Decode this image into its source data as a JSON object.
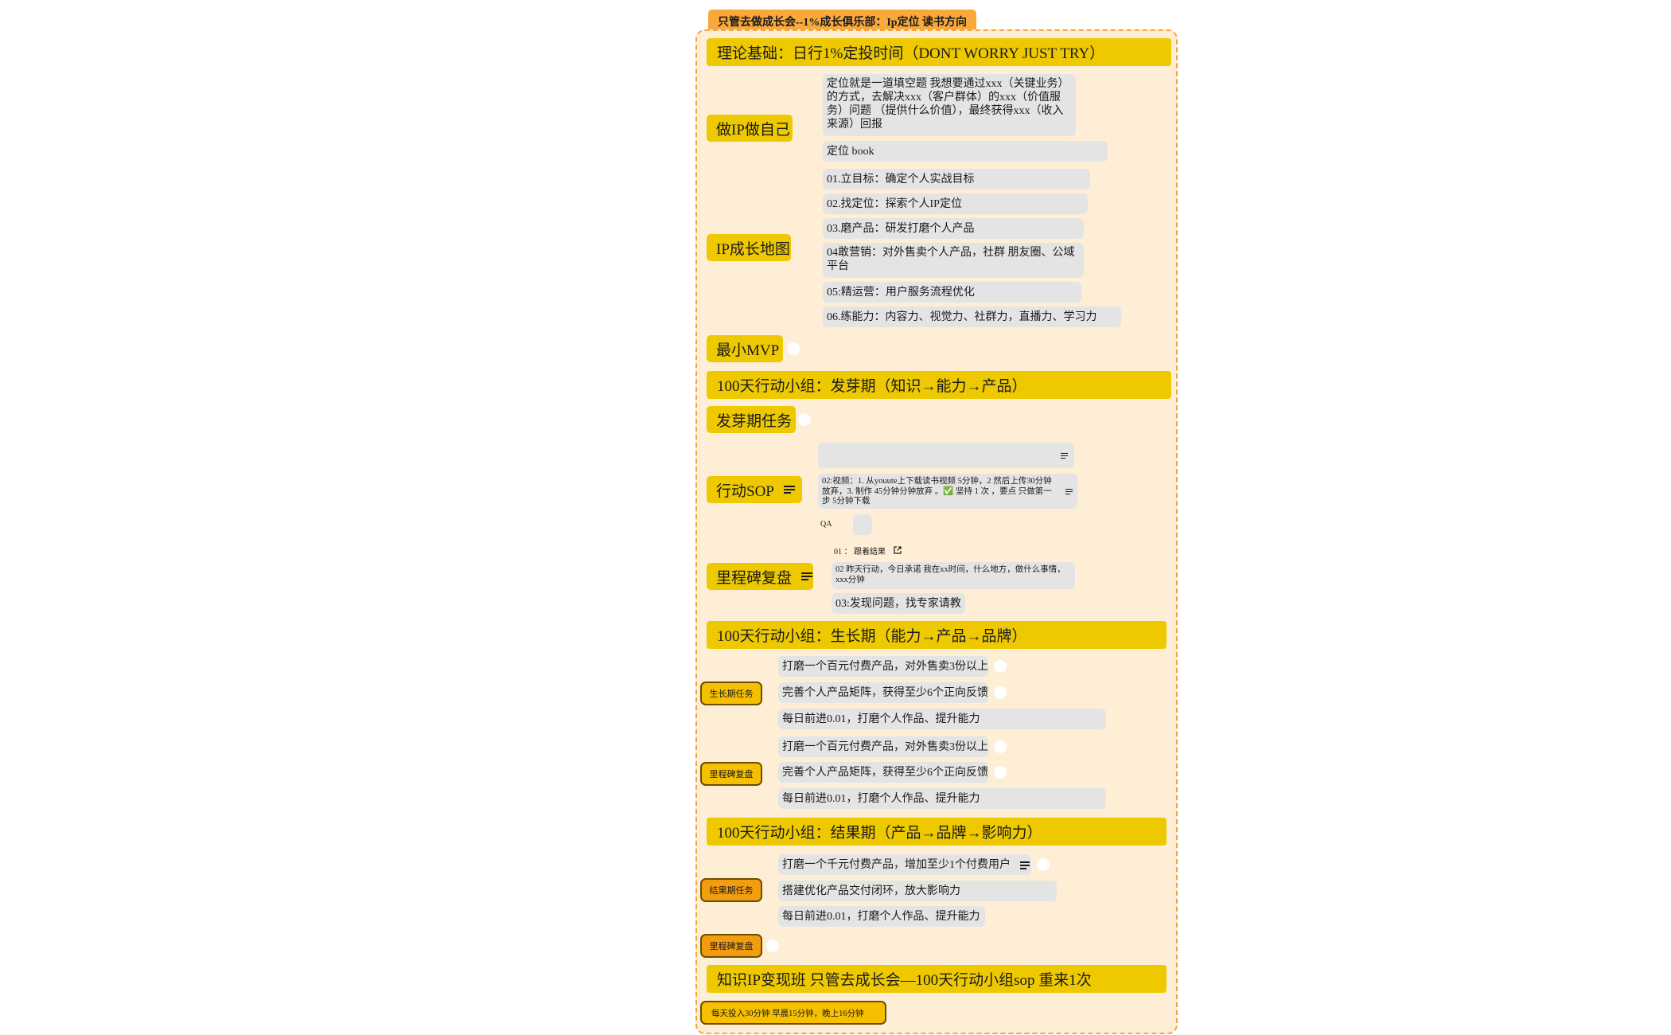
{
  "root": "只管去做成长会--1%成长俱乐部：Ip定位 读书方向",
  "colors": {
    "accent": "#eec900",
    "frame_border": "#f5a33a",
    "frame_fill": "#feeed6",
    "orange": "#f29c10",
    "leaf": "#e4e4e4"
  },
  "sections": {
    "s1": "理论基础：日行1%定投时间（DONT WORRY JUST TRY）",
    "s2": "100天行动小组：发芽期（知识→能力→产品）",
    "s3": "100天行动小组：生长期（能力→产品→品牌）",
    "s4": "100天行动小组：结果期（产品→品牌→影响力）",
    "s5": "知识IP变现班 只管去成长会—100天行动小组sop 重来1次"
  },
  "labels": {
    "ip_self": "做IP做自己",
    "growth_map": "IP成长地图",
    "mvp": "最小MVP",
    "sprout_task": "发芽期任务",
    "action_sop": "行动SOP",
    "milestone1": "里程碑复盘",
    "grow_task": "生长期任务",
    "milestone2": "里程碑复盘",
    "result_task": "结果期任务",
    "milestone3": "里程碑复盘",
    "daily": "每天投入30分钟 早晨15分钟，晚上16分钟"
  },
  "leaves": {
    "positioning": "定位就是一道填空题 我想要通过xxx（关键业务）的方式，去解决xxx（客户群体）的xxx（价值服务）问题 （提供什么价值），最终获得xxx（收入来源）回报",
    "positioning_book": "定位 book",
    "map": [
      "01.立目标：确定个人实战目标",
      "02.找定位：探索个人IP定位",
      "03.磨产品：研发打磨个人产品",
      "04敢营销：对外售卖个人产品，社群 朋友圈、公域平台",
      "05:精运营：用户服务流程优化",
      "06.练能力：内容力、视觉力、社群力，直播力、学习力"
    ],
    "sop_video": "02:视频：1. 从youute上下载读书视频 5分钟，2 然后上传30分钟放弃，3. 制作 45分钟分钟放弃 。✅ 坚持 1 次 ，要点 只做第一步 5分钟下载",
    "qa": "QA",
    "ms1_01": "01 ： 跟着结果",
    "ms1_02": "02 昨天行动，今日承诺 我在xx时间，什么地方，做什么事情， xxx分钟",
    "ms1_03": "03:发现问题，找专家请教",
    "grow": [
      "打磨一个百元付费产品，对外售卖3份以上",
      "完善个人产品矩阵，获得至少6个正向反馈",
      "每日前进0.01，打磨个人作品、提升能力"
    ],
    "grow_ms": [
      "打磨一个百元付费产品，对外售卖3份以上",
      "完善个人产品矩阵，获得至少6个正向反馈",
      "每日前进0.01，打磨个人作品、提升能力"
    ],
    "result": [
      "打磨一个千元付费产品，增加至少1个付费用户",
      "搭建优化产品交付闭环，放大影响力",
      "每日前进0.01，打磨个人作品、提升能力"
    ]
  },
  "icons": [
    "note-icon",
    "external-link-icon"
  ]
}
